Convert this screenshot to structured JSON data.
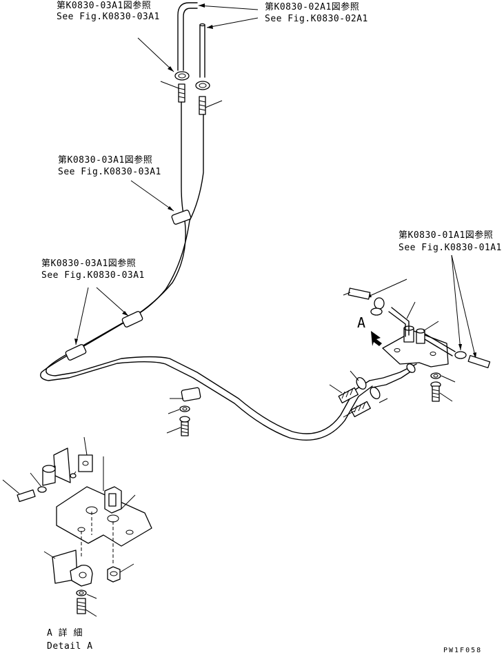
{
  "references": {
    "top_left": {
      "jp": "第K0830-03A1図参照",
      "en": "See Fig.K0830-03A1"
    },
    "top_right": {
      "jp": "第K0830-02A1図参照",
      "en": "See Fig.K0830-02A1"
    },
    "mid_upper": {
      "jp": "第K0830-03A1図参照",
      "en": "See Fig.K0830-03A1"
    },
    "mid_left": {
      "jp": "第K0830-03A1図参照",
      "en": "See Fig.K0830-03A1"
    },
    "right": {
      "jp": "第K0830-01A1図参照",
      "en": "See Fig.K0830-01A1"
    }
  },
  "view_marker": "A",
  "detail": {
    "jp": "A 詳 細",
    "en": "Detail A"
  },
  "drawing_code": "PW1F058"
}
